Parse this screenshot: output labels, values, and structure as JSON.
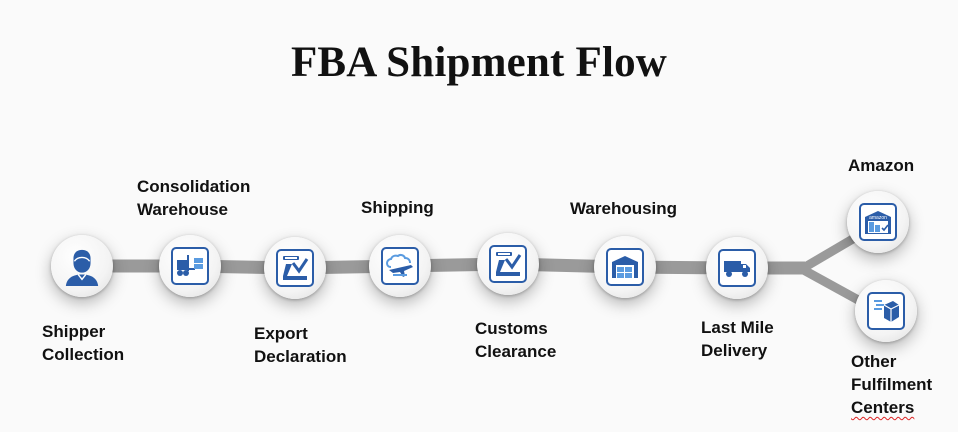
{
  "title": "FBA Shipment Flow",
  "steps": {
    "shipper": {
      "line1": "Shipper",
      "line2": "Collection",
      "icon": "person-icon"
    },
    "consolidation": {
      "line1": "Consolidation",
      "line2": "Warehouse",
      "icon": "forklift-icon"
    },
    "export": {
      "line1": "Export",
      "line2": "Declaration",
      "icon": "customs-officer-icon"
    },
    "shipping": {
      "label": "Shipping",
      "icon": "airplane-cloud-icon"
    },
    "customs": {
      "line1": "Customs",
      "line2": "Clearance",
      "icon": "customs-officer-icon"
    },
    "warehousing": {
      "label": "Warehousing",
      "icon": "warehouse-icon"
    },
    "lastmile": {
      "line1": "Last Mile",
      "line2": "Delivery",
      "icon": "delivery-truck-icon"
    },
    "amazon": {
      "label": "Amazon",
      "icon": "amazon-warehouse-icon",
      "icon_text": "amazon"
    },
    "other": {
      "line1": "Other",
      "line2": "Fulfilment",
      "line3": "Centers",
      "icon": "package-icon"
    }
  },
  "colors": {
    "connector": "#9a9a9a",
    "icon_blue": "#2b5da8",
    "icon_light_blue": "#5a9be0"
  }
}
